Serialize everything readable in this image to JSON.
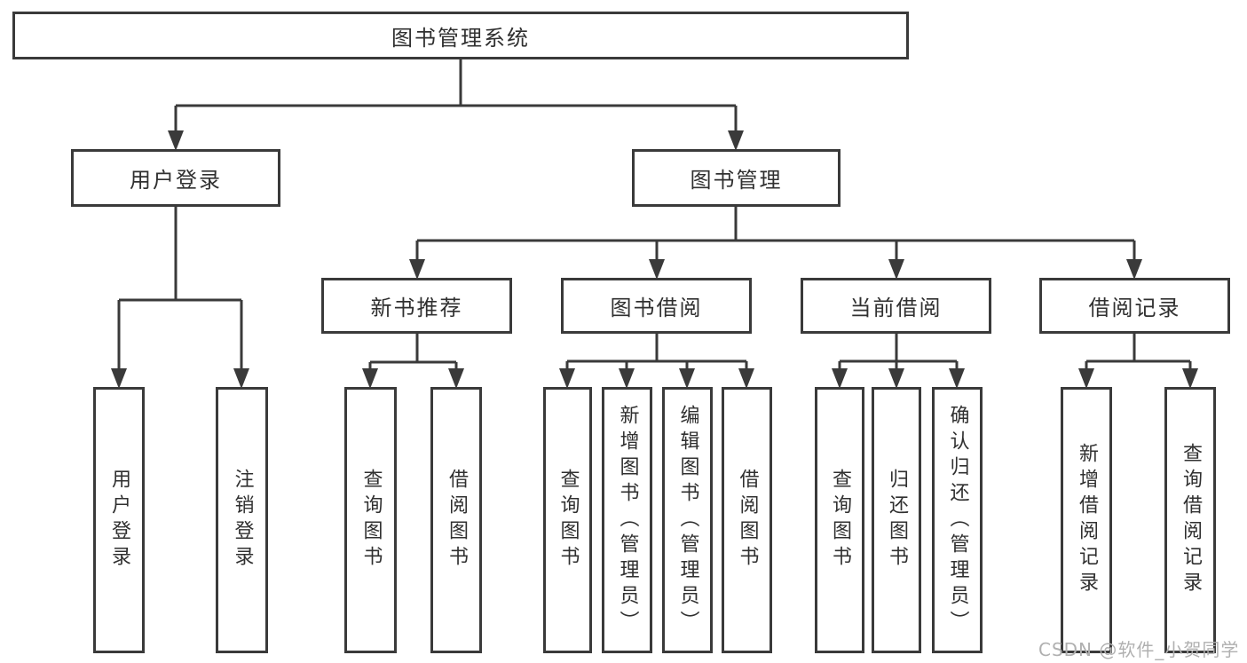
{
  "diagram": {
    "root": {
      "label": "图书管理系统"
    },
    "branches": [
      {
        "id": "user-login",
        "label": "用户登录",
        "children": [
          {
            "label": "用户登录"
          },
          {
            "label": "注销登录"
          }
        ]
      },
      {
        "id": "book-management",
        "label": "图书管理",
        "children": [
          {
            "label": "新书推荐",
            "children": [
              {
                "label": "查询图书"
              },
              {
                "label": "借阅图书"
              }
            ]
          },
          {
            "label": "图书借阅",
            "children": [
              {
                "label": "查询图书"
              },
              {
                "label": "新增图书（管理员）"
              },
              {
                "label": "编辑图书（管理员）"
              },
              {
                "label": "借阅图书"
              }
            ]
          },
          {
            "label": "当前借阅",
            "children": [
              {
                "label": "查询图书"
              },
              {
                "label": "归还图书"
              },
              {
                "label": "确认归还（管理员）"
              }
            ]
          },
          {
            "label": "借阅记录",
            "children": [
              {
                "label": "新增借阅记录"
              },
              {
                "label": "查询借阅记录"
              }
            ]
          }
        ]
      }
    ]
  },
  "watermark": "CSDN @软件_小贺同学",
  "colors": {
    "line": "#3a3a3a",
    "text": "#303030",
    "watermark": "#b0b0b0",
    "background": "#ffffff"
  }
}
